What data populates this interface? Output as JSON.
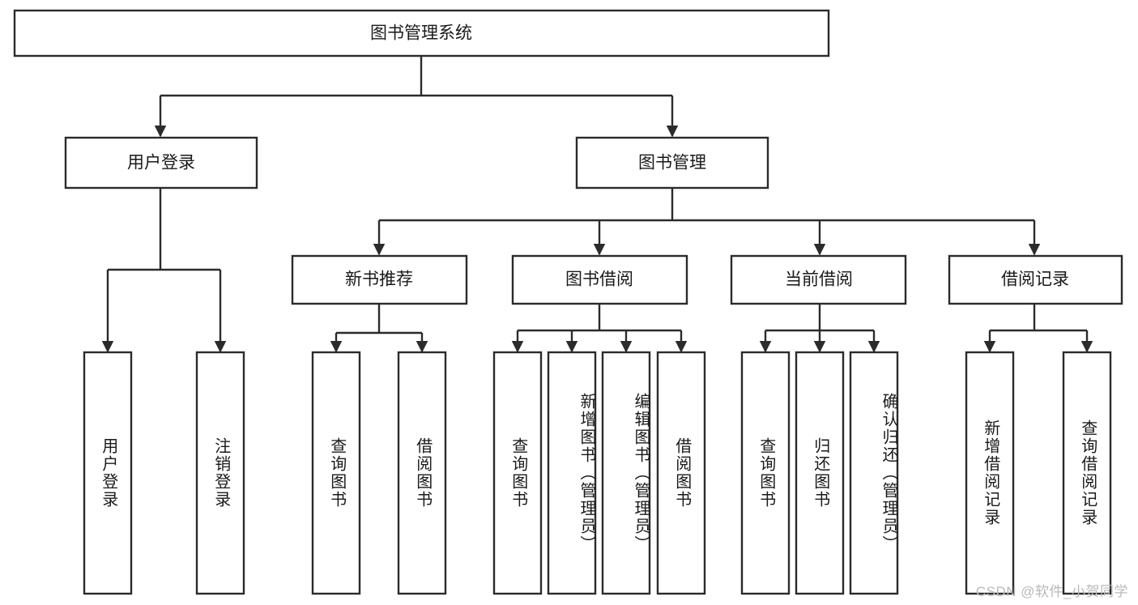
{
  "diagram": {
    "type": "tree-hierarchy",
    "orientation": "top-down",
    "root": {
      "label": "图书管理系统"
    },
    "level2": [
      {
        "label": "用户登录"
      },
      {
        "label": "图书管理"
      }
    ],
    "level3": [
      {
        "label": "新书推荐"
      },
      {
        "label": "图书借阅"
      },
      {
        "label": "当前借阅"
      },
      {
        "label": "借阅记录"
      }
    ],
    "leaves": {
      "user_login": [
        {
          "label": "用户登录"
        },
        {
          "label": "注销登录"
        }
      ],
      "new_book_recommend": [
        {
          "label": "查询图书"
        },
        {
          "label": "借阅图书"
        }
      ],
      "book_borrow": [
        {
          "label": "查询图书"
        },
        {
          "label": "新增图书（管理员）"
        },
        {
          "label": "编辑图书（管理员）"
        },
        {
          "label": "借阅图书"
        }
      ],
      "current_borrow": [
        {
          "label": "查询图书"
        },
        {
          "label": "归还图书"
        },
        {
          "label": "确认归还（管理员）"
        }
      ],
      "borrow_record": [
        {
          "label": "新增借阅记录"
        },
        {
          "label": "查询借阅记录"
        }
      ]
    }
  },
  "watermark": {
    "text": "CSDN @软件_小贺同学"
  },
  "colors": {
    "stroke": "#2b2b2b",
    "fill": "#ffffff",
    "text": "#1a1a1a",
    "watermark": "#b9b9b9"
  }
}
